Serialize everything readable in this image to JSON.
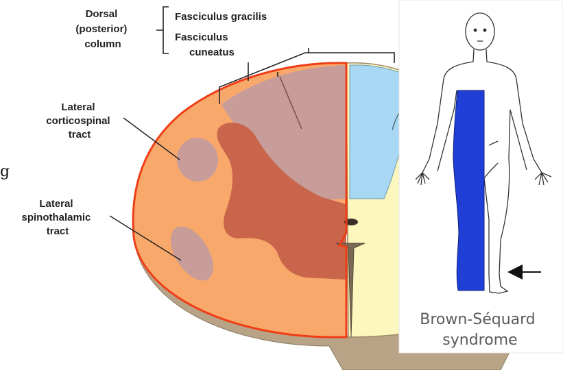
{
  "labels": {
    "dorsal_line1": "Dorsal",
    "dorsal_line2": "(posterior)",
    "dorsal_line3": "column",
    "gracilis": "Fasciculus gracilis",
    "cuneatus_line1": "Fasciculus",
    "cuneatus_line2": "cuneatus",
    "lateral_cst_line1": "Lateral",
    "lateral_cst_line2": "corticospinal",
    "lateral_cst_line3": "tract",
    "lateral_stt_line1": "Lateral",
    "lateral_stt_line2": "spinothalamic",
    "lateral_stt_line3": "tract",
    "edge_fragment": "g"
  },
  "inset": {
    "caption_line1": "Brown-Séquard",
    "caption_line2": "syndrome"
  },
  "colors": {
    "white_matter_left": "#f9a86b",
    "gray_matter_left": "#c8654a",
    "dorsal_column": "#c79c99",
    "tract_highlight": "#c79c99",
    "dorsal_right": "#a8d8f4",
    "right_half": "#fbf7bd",
    "lesion_outline": "#ef3e17",
    "cord_side": "#b8a387",
    "inset_blue": "#1f3fd6"
  },
  "icons": {
    "body": "human-figure-icon",
    "arrow": "left-arrow-icon"
  }
}
